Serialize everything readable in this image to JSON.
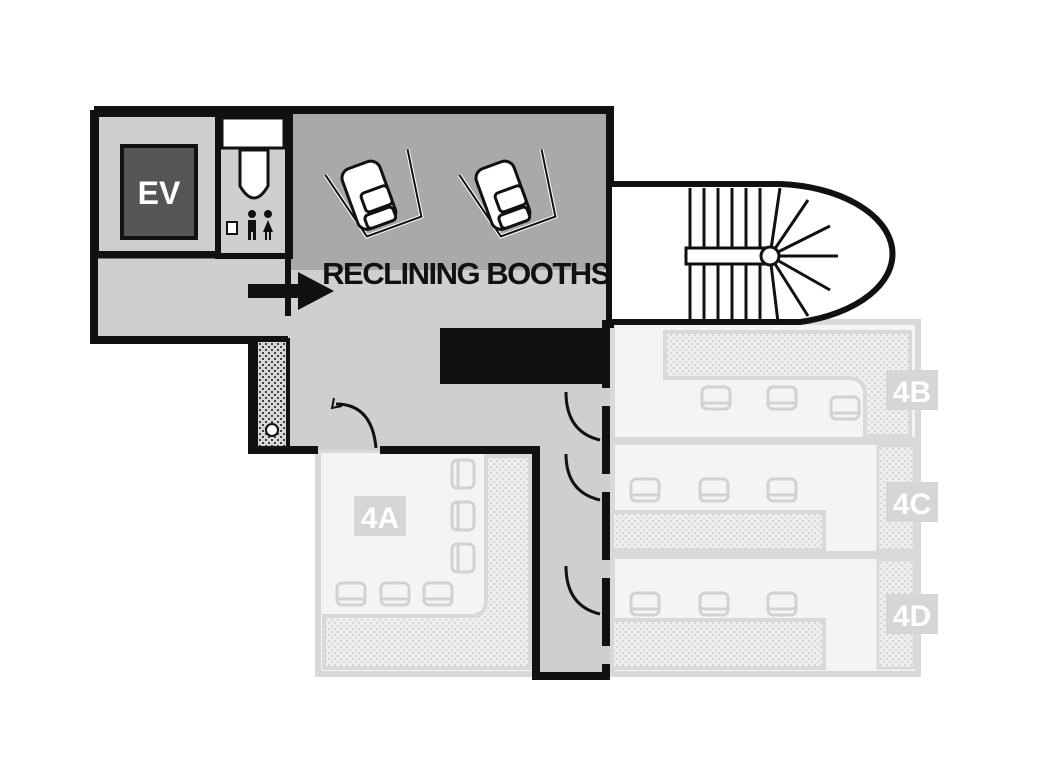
{
  "map": {
    "elevator_label": "EV",
    "booth_area_label": "RECLINING BOOTHS",
    "rooms": [
      {
        "id": "4A",
        "label": "4A"
      },
      {
        "id": "4B",
        "label": "4B"
      },
      {
        "id": "4C",
        "label": "4C"
      },
      {
        "id": "4D",
        "label": "4D"
      }
    ],
    "restroom_icon": "restroom-icon",
    "direction_arrow_icon": "arrow-right-icon",
    "colors": {
      "wall": "#111111",
      "corridor": "#cfcfcf",
      "booth_area": "#a9a9a9",
      "elevator_car": "#555555",
      "faded_room_stroke": "#d9d9d9",
      "faded_room_fill": "#f4f4f4",
      "room_tag": "#d6d6d6"
    }
  }
}
